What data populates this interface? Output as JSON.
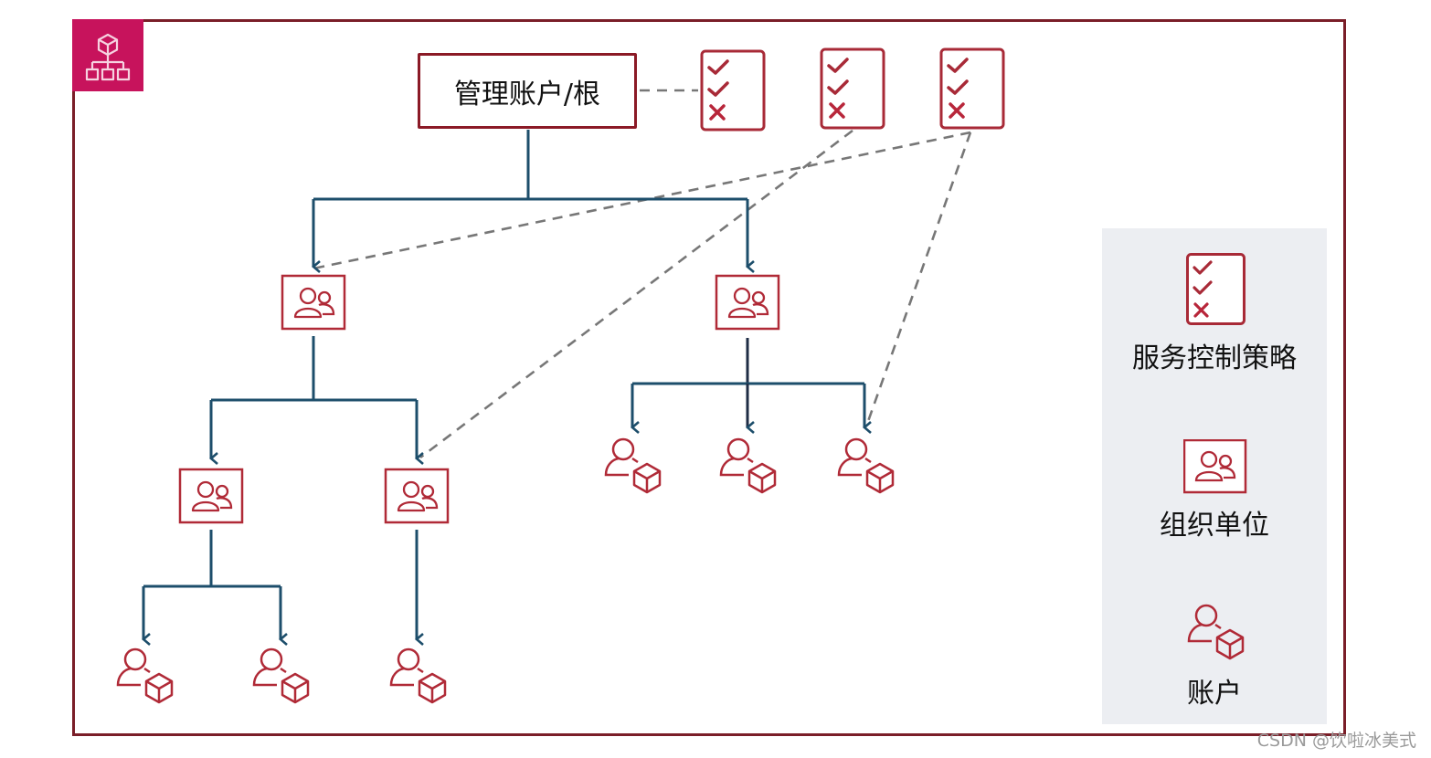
{
  "diagram": {
    "title_icon": "organizations-hierarchy-icon",
    "root_node": {
      "label": "管理账户/根"
    },
    "policies": [
      {
        "id": "scp-1",
        "icon": "policy-checklist-icon",
        "marks": [
          "check",
          "check",
          "cross"
        ],
        "attached_to": [
          "root"
        ]
      },
      {
        "id": "scp-2",
        "icon": "policy-checklist-icon",
        "marks": [
          "check",
          "check",
          "cross"
        ],
        "attached_to": [
          "ou-2-2"
        ]
      },
      {
        "id": "scp-3",
        "icon": "policy-checklist-icon",
        "marks": [
          "check",
          "check",
          "cross"
        ],
        "attached_to": [
          "ou-1",
          "account-2-3"
        ]
      }
    ],
    "organizational_units": [
      {
        "id": "ou-1",
        "parent": "root",
        "icon": "organizational-unit-icon"
      },
      {
        "id": "ou-2",
        "parent": "root",
        "icon": "organizational-unit-icon"
      },
      {
        "id": "ou-1-1",
        "parent": "ou-1",
        "icon": "organizational-unit-icon"
      },
      {
        "id": "ou-2-2",
        "parent": "ou-1",
        "icon": "organizational-unit-icon"
      }
    ],
    "accounts": [
      {
        "id": "account-1-1-a",
        "parent": "ou-1-1",
        "icon": "account-icon"
      },
      {
        "id": "account-1-1-b",
        "parent": "ou-1-1",
        "icon": "account-icon"
      },
      {
        "id": "account-1-2-a",
        "parent": "ou-2-2",
        "icon": "account-icon"
      },
      {
        "id": "account-2-1",
        "parent": "ou-2",
        "icon": "account-icon"
      },
      {
        "id": "account-2-2",
        "parent": "ou-2",
        "icon": "account-icon"
      },
      {
        "id": "account-2-3",
        "parent": "ou-2",
        "icon": "account-icon"
      }
    ],
    "colors": {
      "frame": "#7a1e28",
      "logo_bg": "#c7135c",
      "icon_red": "#b02a37",
      "connector": "#1d4e6b",
      "policy_link": "#777777",
      "legend_bg": "#eceef2"
    }
  },
  "legend": {
    "items": [
      {
        "icon": "policy-checklist-icon",
        "label": "服务控制策略"
      },
      {
        "icon": "organizational-unit-icon",
        "label": "组织单位"
      },
      {
        "icon": "account-icon",
        "label": "账户"
      }
    ]
  },
  "watermark": "CSDN @饮啦冰美式"
}
